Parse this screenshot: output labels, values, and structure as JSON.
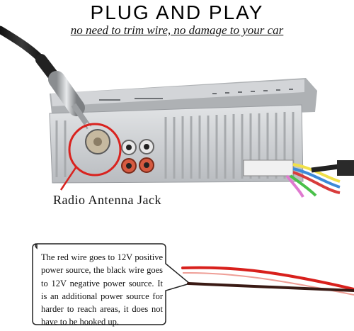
{
  "headline": "PLUG AND PLAY",
  "subheadline": "no need to trim wire, no damage to your car",
  "antenna_label": "Radio Antenna Jack",
  "callout_text": "The red wire goes to 12V positive power source, the black wire goes to 12V negative power source. It is an additional power source for harder to reach areas, it does not have to be hooked up.",
  "colors": {
    "highlight_circle": "#d9231f",
    "red_wire": "#d8201c",
    "black_wire": "#3a1a14",
    "chassis": "#c9cccf"
  }
}
